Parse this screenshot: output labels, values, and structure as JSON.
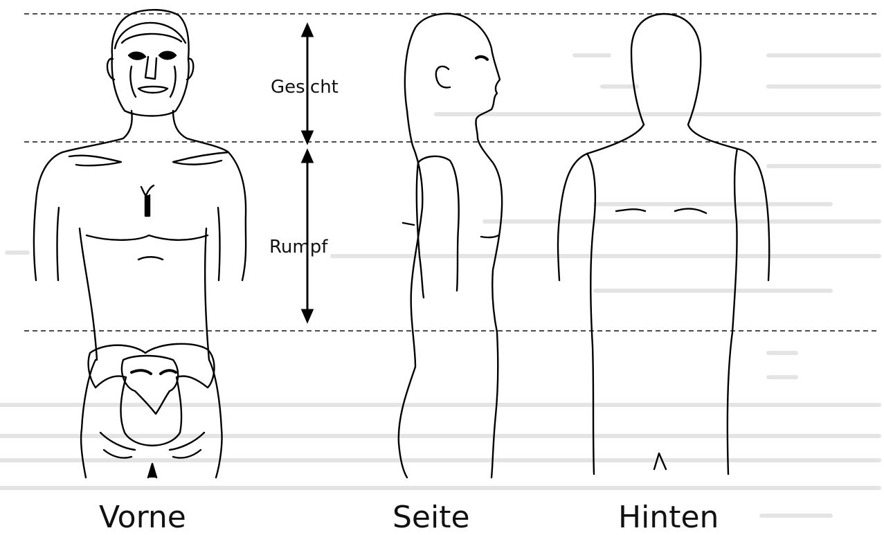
{
  "zones": {
    "face": "Gesicht",
    "trunk": "Rumpf"
  },
  "views": {
    "front": "Vorne",
    "side": "Seite",
    "back": "Hinten"
  }
}
